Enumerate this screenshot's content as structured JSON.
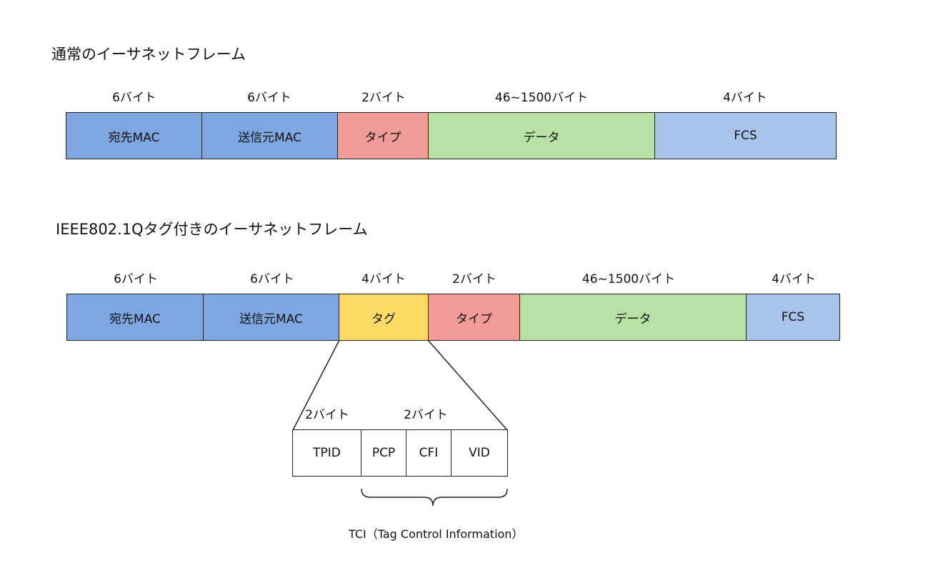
{
  "frame1": {
    "title": "通常のイーサネットフレーム",
    "sizes": [
      "6バイト",
      "6バイト",
      "2バイト",
      "46~1500バイト",
      "4バイト"
    ],
    "fields": [
      "宛先MAC",
      "送信元MAC",
      "タイプ",
      "データ",
      "FCS"
    ]
  },
  "frame2": {
    "title": "IEEE802.1Qタグ付きのイーサネットフレーム",
    "sizes": [
      "6バイト",
      "6バイト",
      "4バイト",
      "2バイト",
      "46~1500バイト",
      "4バイト"
    ],
    "fields": [
      "宛先MAC",
      "送信元MAC",
      "タグ",
      "タイプ",
      "データ",
      "FCS"
    ]
  },
  "tag_detail": {
    "sizes": [
      "2バイト",
      "2バイト"
    ],
    "fields": [
      "TPID",
      "PCP",
      "CFI",
      "VID"
    ],
    "brace_label": "TCI（Tag Control Information）"
  },
  "colors": {
    "mac": "#7ea6e0",
    "type": "#f19c99",
    "data": "#b9e0a5",
    "fcs": "#a9c4eb",
    "tag": "#ffd966"
  }
}
